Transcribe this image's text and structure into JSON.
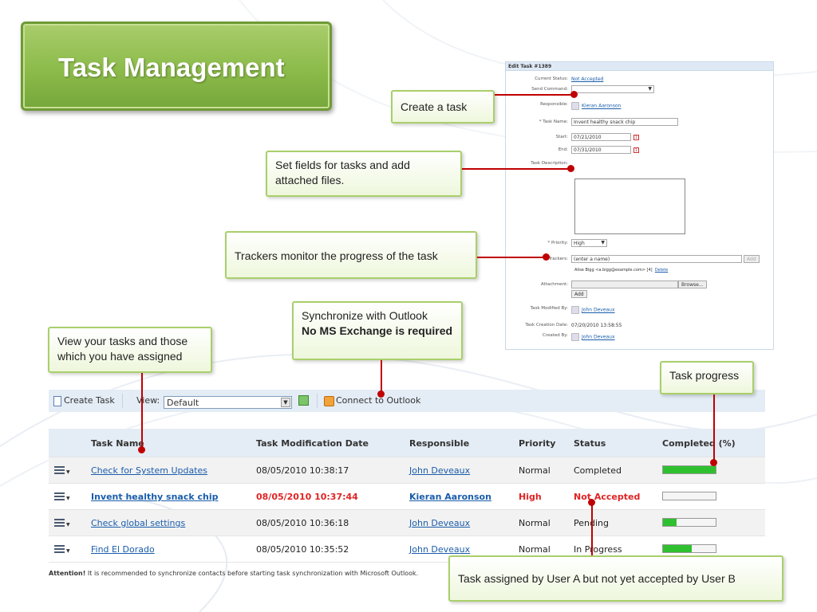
{
  "slide_title": "Task Management",
  "edit_form": {
    "header": "Edit Task #1389",
    "current_status_label": "Current Status:",
    "current_status_value": "Not Accepted",
    "send_command_label": "Send Command:",
    "responsible_label": "Responsible:",
    "responsible_value": "Kieran Aaronson",
    "task_name_label": "* Task Name:",
    "task_name_value": "Invent healthy snack chip",
    "start_label": "Start:",
    "start_value": "07/21/2010",
    "end_label": "End:",
    "end_value": "07/31/2010",
    "description_label": "Task Description:",
    "priority_label": "* Priority:",
    "priority_value": "High",
    "trackers_label": "Trackers:",
    "trackers_placeholder": "(enter a name)",
    "add_label": "Add",
    "tracker_entry": "Alise Bigg <a.bigg@example.com> [4]",
    "delete_label": "Delete",
    "attachment_label": "Attachment:",
    "browse_label": "Browse...",
    "modified_by_label": "Task Modified By:",
    "modified_by_value": "John Deveaux",
    "creation_date_label": "Task Creation Date:",
    "creation_date_value": "07/20/2010 13:58:55",
    "created_by_label": "Created By:",
    "created_by_value": "John Deveaux"
  },
  "callouts": {
    "create_task": "Create a task",
    "set_fields": "Set fields for tasks and add attached files.",
    "trackers": "Trackers monitor the progress of the task",
    "sync_line1": "Synchronize with Outlook",
    "sync_line2": "No MS Exchange is required",
    "view_tasks": "View your tasks and those which you have assigned",
    "task_progress": "Task progress",
    "assigned_not_accepted": "Task assigned by User A but not yet accepted by User B"
  },
  "toolbar": {
    "create_task": "Create Task",
    "view_label": "View:",
    "view_value": "Default",
    "connect_outlook": "Connect to Outlook"
  },
  "table": {
    "headers": [
      "Task Name",
      "Task Modification Date",
      "Responsible",
      "Priority",
      "Status",
      "Completed (%)"
    ],
    "rows": [
      {
        "name": "Check for System Updates",
        "date": "08/05/2010 10:38:17",
        "responsible": "John Deveaux",
        "priority": "Normal",
        "status": "Completed",
        "progress": 1.0
      },
      {
        "name": "Invent healthy snack chip",
        "date": "08/05/2010 10:37:44",
        "responsible": "Kieran Aaronson",
        "priority": "High",
        "status": "Not Accepted",
        "progress": 0.0
      },
      {
        "name": "Check global settings",
        "date": "08/05/2010 10:36:18",
        "responsible": "John Deveaux",
        "priority": "Normal",
        "status": "Pending",
        "progress": 0.25
      },
      {
        "name": "Find El Dorado",
        "date": "08/05/2010 10:35:52",
        "responsible": "John Deveaux",
        "priority": "Normal",
        "status": "In Progress",
        "progress": 0.55
      }
    ]
  },
  "attention": {
    "label": "Attention!",
    "text": "It is recommended to synchronize contacts before starting task synchronization with Microsoft Outlook."
  },
  "colors": {
    "title_green": "#8cbb4a",
    "callout_border": "#a9cf6b",
    "connector_red": "#c00000",
    "progress_green": "#2fc02f",
    "alert_red": "#e02424",
    "header_blue": "#e4ecf5"
  }
}
